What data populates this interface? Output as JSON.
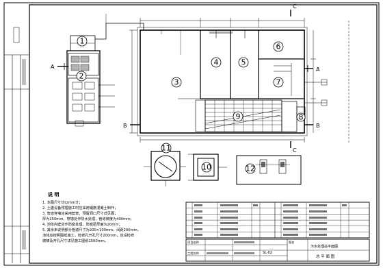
{
  "drawing": {
    "component_numbers": [
      "1",
      "2",
      "3",
      "4",
      "5",
      "6",
      "7",
      "8",
      "9",
      "10",
      "11",
      "12"
    ],
    "section_markers": {
      "a_left": "A",
      "a_right": "A",
      "b_left": "B",
      "b_right": "B",
      "c_top": "C",
      "c_bottom": "C"
    },
    "notes": {
      "heading": "说  明",
      "lines": [
        "1. 本图尺寸均以mm计；",
        "2. 土建设备预埋施工时应采用钢筋混凝土制作；",
        "3. 管道穿墙应采用套管，预留洞口尺寸详见图；",
        "   厚为250mm，穿墙处作防水处理，管道坡度为400mm；",
        "4. 池体内壁应作防腐处理，防腐层厚度为20mm；",
        "5. 其余未说明部分管道尺寸为200×100mm，间距200mm，",
        "   池体应按照图纸施工，检修孔开孔尺寸200mm，应设检修",
        "   爬梯及开孔尺寸详见施工图纸1500mm。"
      ]
    },
    "title_block": {
      "stamp_fields": [
        "项目名称",
        "工程名称",
        "图名"
      ],
      "drawing_title": "污水处理站平面图",
      "drawing_subtitle": "总 平 面 图",
      "drawing_number": "SL-02"
    }
  }
}
